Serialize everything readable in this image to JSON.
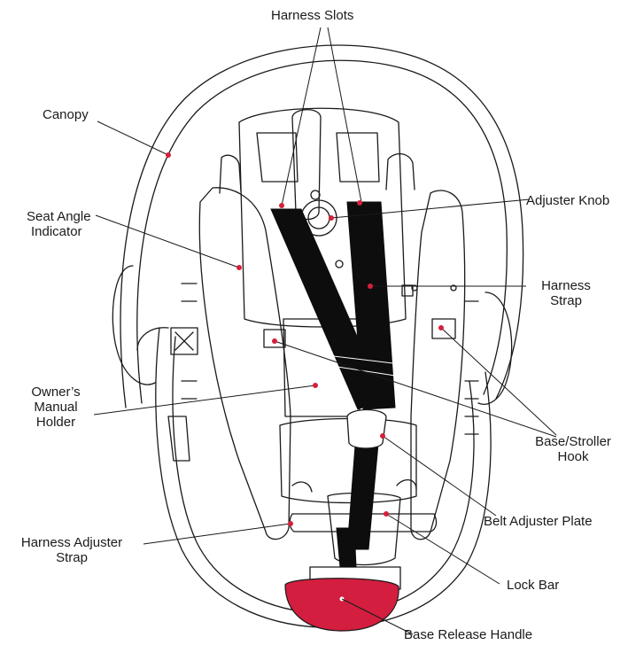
{
  "labels": {
    "harness_slots": "Harness Slots",
    "canopy": "Canopy",
    "seat_angle_line1": "Seat Angle",
    "seat_angle_line2": "Indicator",
    "adjuster_knob": "Adjuster Knob",
    "harness_strap_line1": "Harness",
    "harness_strap_line2": "Strap",
    "manual_line1": "Owner’s",
    "manual_line2": "Manual",
    "manual_line3": "Holder",
    "stroller_hook_line1": "Base/Stroller",
    "stroller_hook_line2": "Hook",
    "belt_adjuster_plate": "Belt Adjuster Plate",
    "harness_adjuster_line1": "Harness Adjuster",
    "harness_adjuster_line2": "Strap",
    "lock_bar": "Lock Bar",
    "base_release_handle": "Base Release Handle"
  },
  "colors": {
    "line": "#1a1a1a",
    "strap": "#0d0d0d",
    "marker": "#d6203a",
    "handle": "#d31e3f"
  }
}
